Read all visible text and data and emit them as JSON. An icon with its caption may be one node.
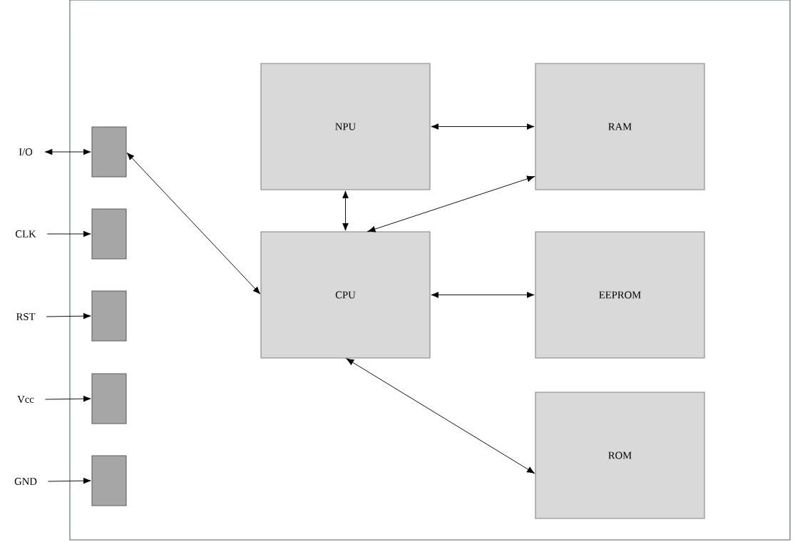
{
  "diagram": {
    "nodes": [
      {
        "text": [],
        "shape": "box"
      },
      {
        "text": [
          "NPU"
        ],
        "in": 0
      },
      {
        "text": [
          "RAM"
        ],
        "in": 0
      },
      {
        "text": [
          "CPU"
        ],
        "in": 0
      },
      {
        "text": [
          "EEPROM"
        ],
        "in": 0
      },
      {
        "text": [
          "ROM"
        ],
        "in": 0
      },
      {
        "text": [],
        "shape": "box",
        "in": 0
      },
      {
        "text": [],
        "shape": "box",
        "in": 0
      },
      {
        "text": [],
        "shape": "box",
        "in": 0
      },
      {
        "text": [],
        "shape": "box",
        "in": 0
      },
      {
        "text": [],
        "shape": "box",
        "in": 0
      },
      {
        "text": [
          "I/O"
        ]
      },
      {
        "text": [
          "CLK"
        ]
      },
      {
        "text": [
          "RST"
        ]
      },
      {
        "text": [
          "Vcc"
        ]
      },
      {
        "text": [
          "GND"
        ]
      }
    ],
    "edges": [
      {
        "from": 11,
        "to": 6,
        "arrow": "both"
      },
      {
        "from": 12,
        "to": 7,
        "arrow": "to"
      },
      {
        "from": 13,
        "to": 8,
        "arrow": "to"
      },
      {
        "from": 14,
        "to": 9,
        "arrow": "to"
      },
      {
        "from": 15,
        "to": 10,
        "arrow": "to"
      },
      {
        "from": 6,
        "to": 3,
        "arrow": "both"
      },
      {
        "from": 1,
        "to": 2,
        "arrow": "both"
      },
      {
        "from": 1,
        "to": 3,
        "arrow": "both"
      },
      {
        "from": 3,
        "to": 2,
        "arrow": "both"
      },
      {
        "from": 3,
        "to": 4,
        "arrow": "both"
      },
      {
        "from": 3,
        "to": 5,
        "arrow": "both"
      }
    ]
  }
}
